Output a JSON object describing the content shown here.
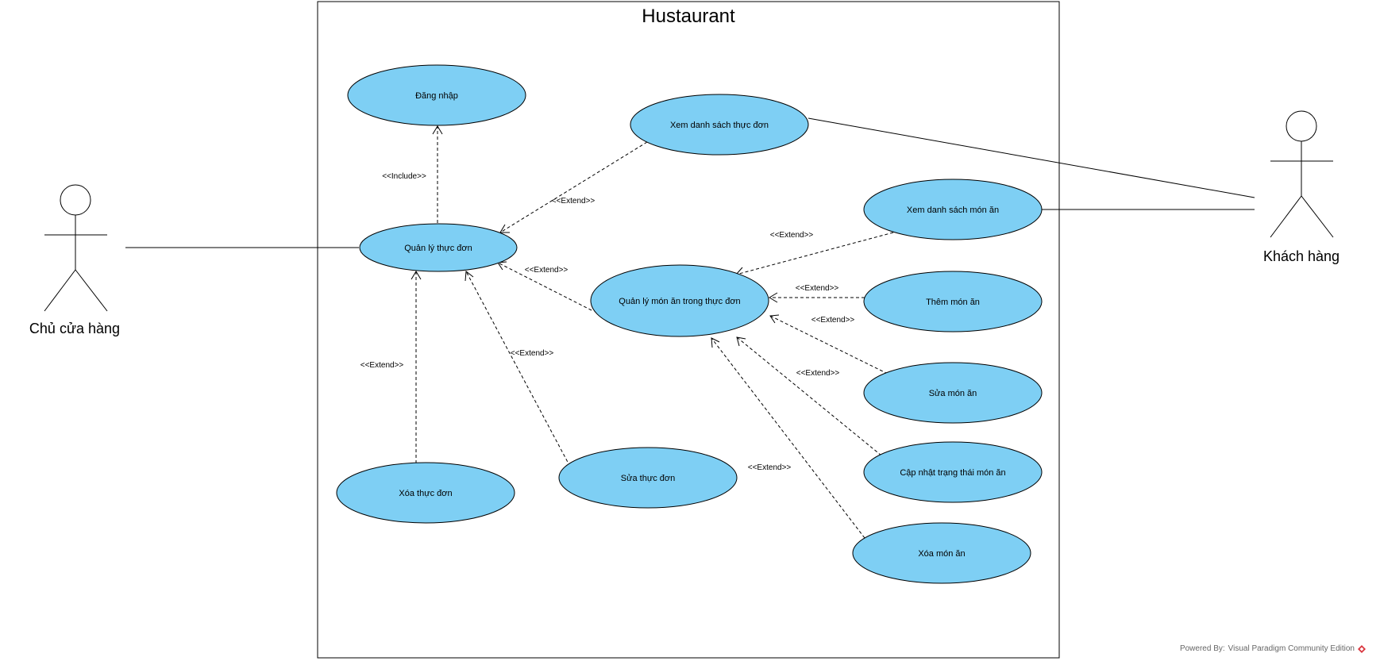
{
  "system": {
    "title": "Hustaurant"
  },
  "actors": {
    "owner": {
      "label": "Chủ cửa hàng"
    },
    "customer": {
      "label": "Khách hàng"
    }
  },
  "use_cases": {
    "login": "Đăng nhập",
    "view_menu_list": "Xem danh sách thực đơn",
    "manage_menu": "Quản lý thực đơn",
    "view_dish_list": "Xem danh sách món ăn",
    "manage_dishes": "Quản lý món ăn trong thực đơn",
    "add_dish": "Thêm món ăn",
    "edit_dish": "Sửa món ăn",
    "update_dish_status": "Cập nhật trạng thái món ăn",
    "delete_dish": "Xóa món ăn",
    "edit_menu": "Sửa thực đơn",
    "delete_menu": "Xóa thực đơn"
  },
  "relations": {
    "include": "<<Include>>",
    "extend": "<<Extend>>"
  },
  "footer": {
    "prefix": "Powered By:",
    "product": "Visual Paradigm Community Edition",
    "brand_color": "#d9363e"
  }
}
